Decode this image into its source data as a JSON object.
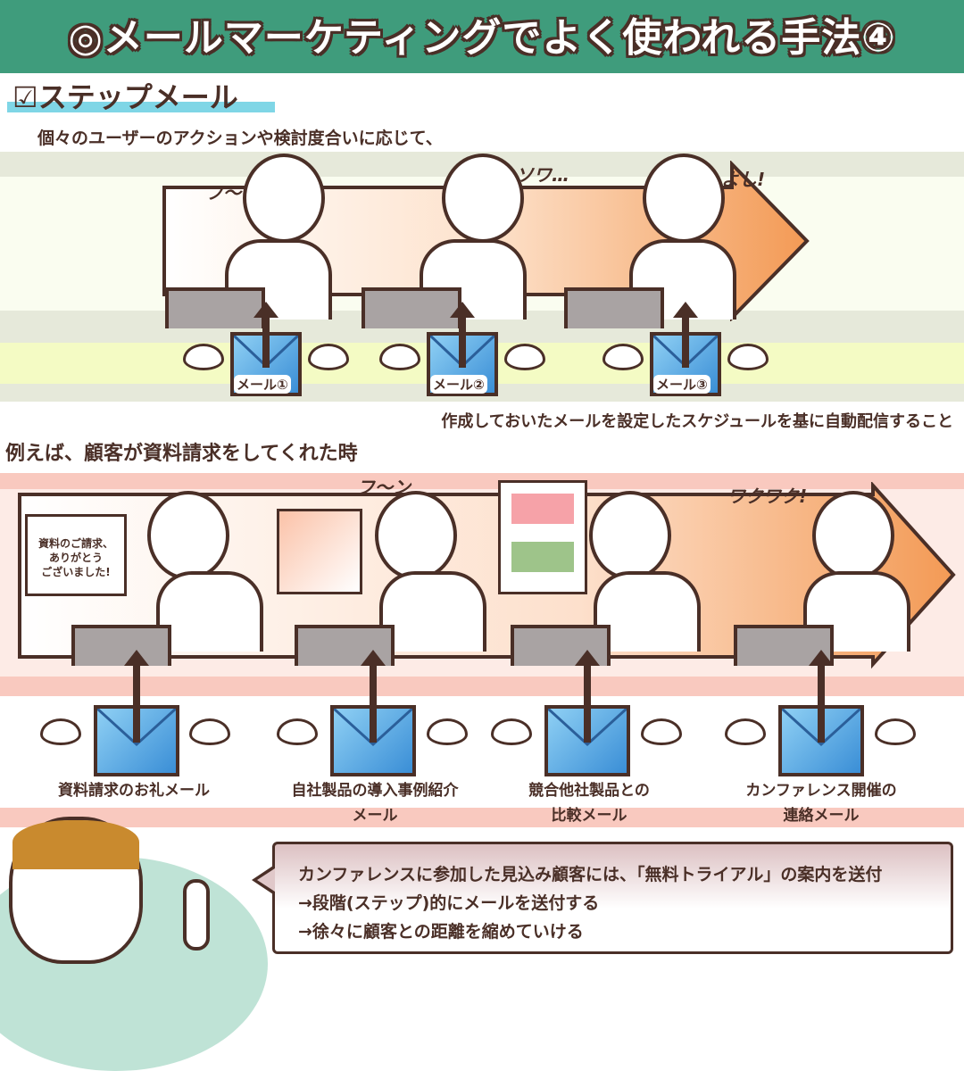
{
  "title": "◎メールマーケティングでよく使われる手法④",
  "subtitle": "☑ステップメール",
  "intro": "個々のユーザーのアクションや検討度合いに応じて、",
  "step_mails": [
    "メール①",
    "メール②",
    "メール③"
  ],
  "sfx_top": [
    "フ〜",
    "ソワ…",
    "よし!"
  ],
  "description": "作成しておいたメールを設定したスケジュールを基に自動配信すること",
  "example_heading": "例えば、顧客が資料請求をしてくれた時",
  "thanks_bubble": [
    "資料のご請求、",
    "ありがとう",
    "ございました!"
  ],
  "sfx_bottom": [
    "フ〜ン",
    "ワクワク!"
  ],
  "example_mails": [
    {
      "line1": "資料請求のお礼メール",
      "line2": ""
    },
    {
      "line1": "自社製品の導入事例紹介",
      "line2": "メール"
    },
    {
      "line1": "競合他社製品との",
      "line2": "比較メール"
    },
    {
      "line1": "カンファレンス開催の",
      "line2": "連絡メール"
    }
  ],
  "callout": [
    "カンファレンスに参加した見込み顧客には、「無料トライアル」の案内を送付",
    "→段階(ステップ)的にメールを送付する",
    "→徐々に顧客との距離を縮めていける"
  ],
  "colors": {
    "header": "#3f9c7c",
    "text": "#4a2f27",
    "arrow": "#f3a060",
    "envelope": "#3a8ed6"
  }
}
